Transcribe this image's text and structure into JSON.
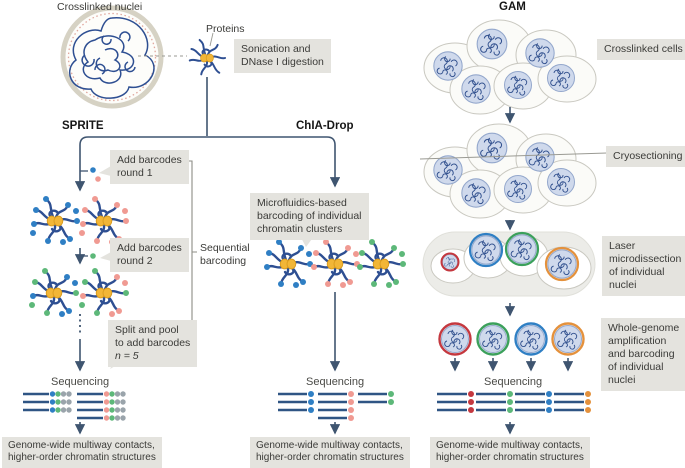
{
  "top": {
    "crosslinked_nuclei": "Crosslinked nuclei",
    "proteins": "Proteins",
    "sonication": [
      "Sonication and",
      "DNase I digestion"
    ]
  },
  "titles": {
    "sprite": "SPRITE",
    "chia_drop": "ChIA-Drop",
    "gam": "GAM"
  },
  "sprite": {
    "add_barcodes_round1": [
      "Add barcodes",
      "round 1"
    ],
    "add_barcodes_round2": [
      "Add barcodes",
      "round 2"
    ],
    "sequential_barcoding": [
      "Sequential",
      "barcoding"
    ],
    "split_pool": [
      "Split and pool",
      "to add barcodes",
      "n = 5"
    ],
    "sequencing": "Sequencing",
    "outcome": [
      "Genome-wide multiway contacts,",
      "higher-order chromatin structures"
    ]
  },
  "chia_drop": {
    "microfluidics": [
      "Microfluidics-based",
      "barcoding of individual",
      "chromatin clusters"
    ],
    "sequencing": "Sequencing",
    "outcome": [
      "Genome-wide multiway contacts,",
      "higher-order chromatin structures"
    ]
  },
  "gam": {
    "crosslinked_cells": "Crosslinked cells",
    "cryosectioning": "Cryosectioning",
    "laser": [
      "Laser",
      "microdissection",
      "of individual",
      "nuclei"
    ],
    "wga": [
      "Whole-genome",
      "amplification",
      "and barcoding",
      "of individual",
      "nuclei"
    ],
    "sequencing": "Sequencing",
    "outcome": [
      "Genome-wide multiway contacts,",
      "higher-order chromatin structures"
    ]
  },
  "colors": {
    "chromatin_navy": "#2e4f92",
    "flow_line": "#3f5570",
    "protein_yellow": "#f2b637",
    "barcode_blue": "#2f7fc4",
    "barcode_pink": "#f09a92",
    "barcode_green": "#5db879",
    "barcode_gray": "#9aa4ab",
    "ring_red": "#c4383f",
    "ring_green": "#3ba05b",
    "ring_blue": "#2f7fc4",
    "ring_orange": "#e4913c",
    "label_box": "#e4e3de",
    "sequencing_line": "#2f5584"
  }
}
